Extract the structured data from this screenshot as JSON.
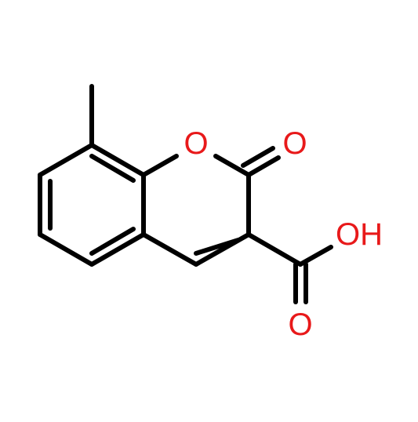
{
  "molecule": {
    "atoms": {
      "ring_oxygen": "O",
      "carbonyl_oxygen": "O",
      "hydroxyl": "OH",
      "acid_carbonyl_oxygen": "O"
    }
  },
  "colors": {
    "bond": "#000000",
    "oxygen": "#e8191a",
    "background": "#ffffff"
  }
}
